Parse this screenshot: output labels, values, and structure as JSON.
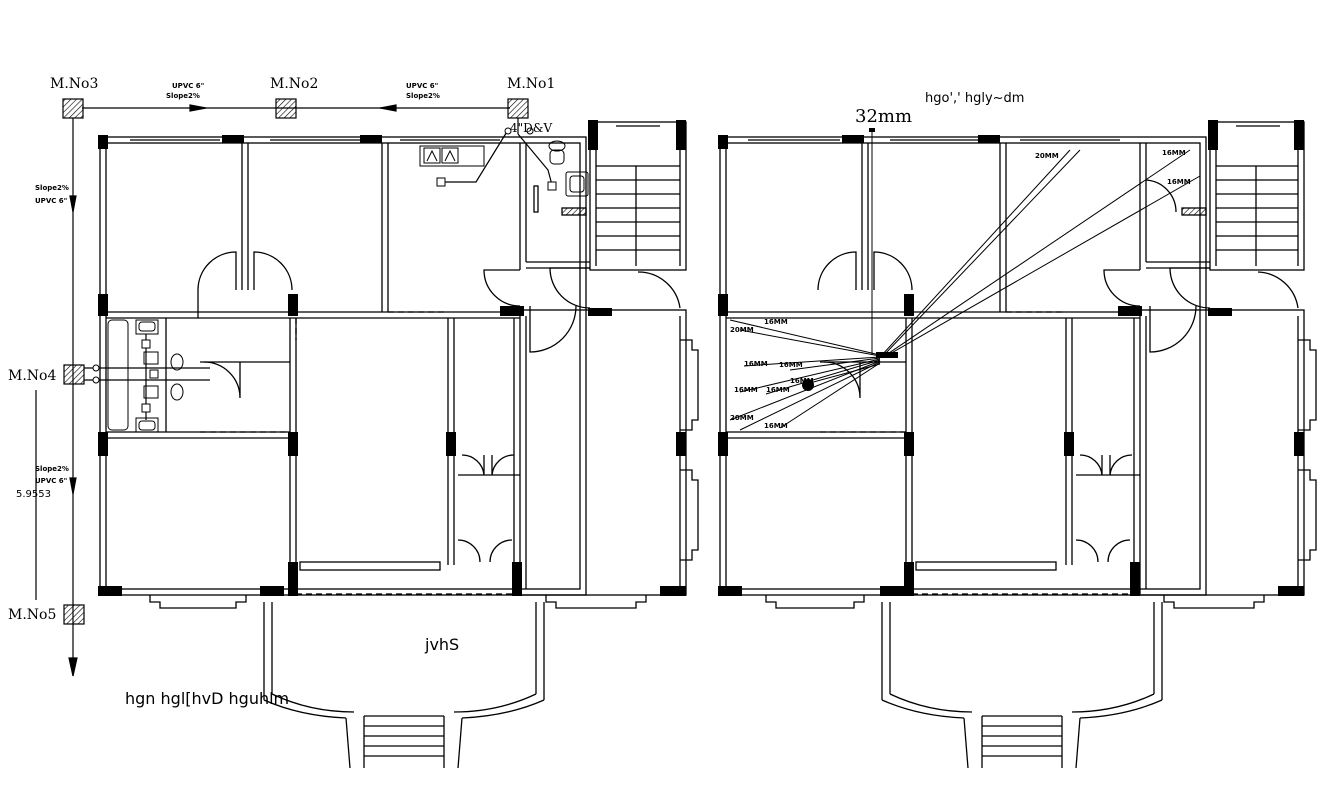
{
  "manholes": {
    "m1": "M.No1",
    "m2": "M.No2",
    "m3": "M.No3",
    "m4": "M.No4",
    "m5": "M.No5"
  },
  "pipe_notes": {
    "top_right": {
      "line1": "UPVC 6\"",
      "line2": "Slope2%"
    },
    "top_left": {
      "line1": "UPVC 6\"",
      "line2": "Slope2%"
    },
    "left_upper": {
      "line1": "Slope2%",
      "line2": "UPVC 6\""
    },
    "left_lower": {
      "line1": "Slope2%",
      "line2": "UPVC 6\""
    }
  },
  "dimension": "5.9553",
  "stack_label": "4\"D&V",
  "left_plan": {
    "room_text": "jvhS",
    "title": "hgn hgl[hvD hguhlm"
  },
  "right_plan": {
    "main_label": "32mm",
    "title": "hgo',' hgly~dm",
    "pipe_labels": [
      "20MM",
      "16MM",
      "16MM",
      "16MM",
      "20MM",
      "16MM",
      "16MM",
      "16MM",
      "16MM",
      "20MM",
      "16MM",
      "16MM"
    ]
  }
}
